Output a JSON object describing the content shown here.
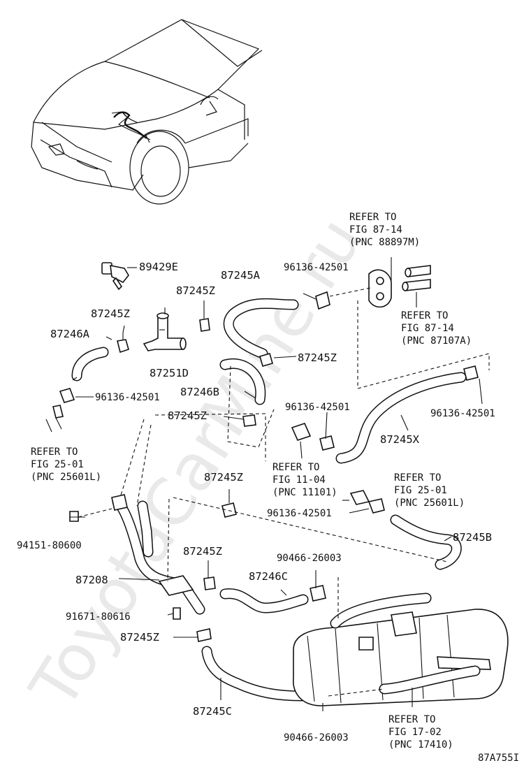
{
  "watermark": "ToyotaCarMine.ru",
  "figure_code": "87A755I",
  "labels": {
    "p89429E": "89429E",
    "p87245A": "87245A",
    "p87245Z_a": "87245Z",
    "p87245Z_b": "87245Z",
    "p87245Z_c": "87245Z",
    "p87245Z_d": "87245Z",
    "p87245Z_e": "87245Z",
    "p87245Z_f": "87245Z",
    "p87245Z_g": "87245Z",
    "p87246A": "87246A",
    "p87251D": "87251D",
    "p87246B": "87246B",
    "p87245X": "87245X",
    "p87245B": "87245B",
    "p87208": "87208",
    "p87246C": "87246C",
    "p87245C": "87245C",
    "c96136_a": "96136-42501",
    "c96136_b": "96136-42501",
    "c96136_c": "96136-42501",
    "c96136_d": "96136-42501",
    "c96136_e": "96136-42501",
    "p94151": "94151-80600",
    "p91671": "91671-80616",
    "c90466_a": "90466-26003",
    "c90466_b": "90466-26003"
  },
  "refs": {
    "ref_88897M": [
      "REFER TO",
      "FIG 87-14",
      "(PNC 88897M)"
    ],
    "ref_87107A": [
      "REFER TO",
      "FIG 87-14",
      "(PNC 87107A)"
    ],
    "ref_25601L_left": [
      "REFER TO",
      "FIG 25-01",
      "(PNC 25601L)"
    ],
    "ref_11101": [
      "REFER TO",
      "FIG 11-04",
      "(PNC 11101)"
    ],
    "ref_25601L_right": [
      "REFER TO",
      "FIG 25-01",
      "(PNC 25601L)"
    ],
    "ref_17410": [
      "REFER TO",
      "FIG 17-02",
      "(PNC 17410)"
    ]
  }
}
